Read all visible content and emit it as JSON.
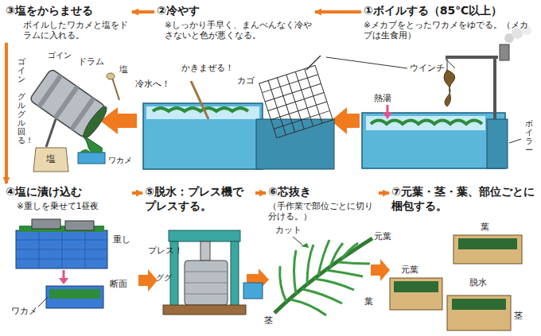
{
  "diagram": {
    "nodes": [
      {
        "text": [
          "①ボイルする（85℃以上）",
          "※メカブをとったワカメをゆでる。（メカブは生食用）"
        ]
      },
      {
        "text": [
          "②冷やす",
          "※しっかり手早く、まんべんなく冷やさないと色が悪くなる。"
        ]
      },
      {
        "text": [
          "③塩をからませる",
          "ボイルしたワカメと塩をドラムに入れる。"
        ]
      },
      {
        "text": [
          "④塩に漬け込む",
          "※重しを乗せて1昼夜"
        ]
      },
      {
        "text": [
          "⑤脱水：プレス機でプレスする。"
        ]
      },
      {
        "text": [
          "⑥芯抜き",
          "（手作業で部位ごとに切り分ける。）"
        ]
      },
      {
        "text": [
          "⑦元葉・茎・葉、部位ごとに梱包する。"
        ]
      }
    ],
    "edges": [
      {
        "from": 0,
        "to": 1,
        "arrow": "to"
      },
      {
        "from": 1,
        "to": 2,
        "arrow": "to"
      },
      {
        "from": 2,
        "to": 3,
        "arrow": "to"
      },
      {
        "from": 3,
        "to": 4,
        "arrow": "to"
      },
      {
        "from": 4,
        "to": 5,
        "arrow": "to"
      },
      {
        "from": 5,
        "to": 6,
        "arrow": "to"
      }
    ],
    "labels": [
      "ウインチ",
      "熱湯",
      "ボイラー",
      "カゴ",
      "かきまぜる！",
      "冷水へ！",
      "ドラム",
      "ゴイン",
      "ゴイン",
      "塩",
      "塩",
      "ワカメ",
      "グルグル回る！",
      "重し",
      "断面",
      "ワカメ",
      "プレス！",
      "ググ",
      "カット",
      "元葉",
      "葉",
      "茎",
      "葉",
      "元葉",
      "脱水",
      "茎"
    ]
  }
}
